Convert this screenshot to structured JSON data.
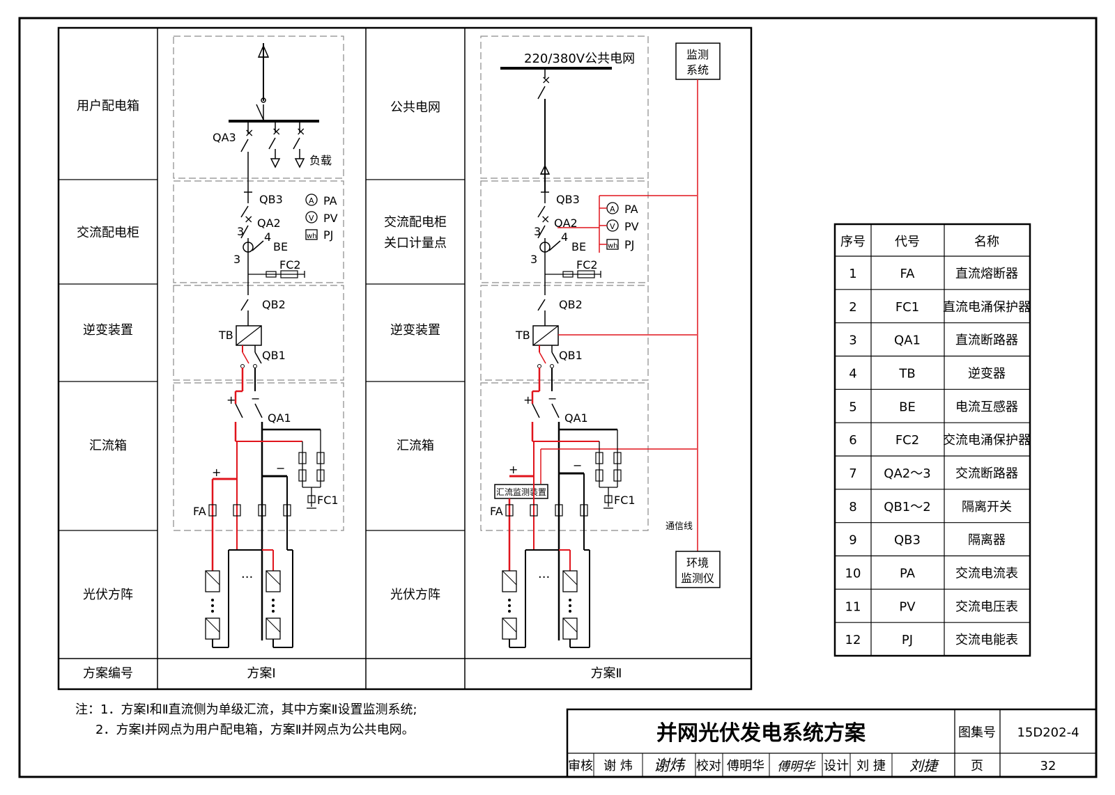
{
  "left_column": {
    "rows": [
      "用户配电箱",
      "交流配电柜",
      "逆变装置",
      "汇流箱",
      "光伏方阵",
      "方案编号"
    ]
  },
  "middle_column": {
    "rows": [
      "公共电网",
      "交流配电柜",
      "关口计量点",
      "逆变装置",
      "汇流箱",
      "光伏方阵"
    ]
  },
  "schemes": {
    "scheme1": "方案Ⅰ",
    "scheme2": "方案Ⅱ"
  },
  "diagram": {
    "qa3": "QA3",
    "load": "负载",
    "qb3": "QB3",
    "qa2": "QA2",
    "be": "BE",
    "be_n3": "3",
    "be_n4": "4",
    "be_n3b": "3",
    "pa": "PA",
    "pv": "PV",
    "pj": "PJ",
    "a_sym": "A",
    "v_sym": "V",
    "wh_sym": "wh",
    "fc2": "FC2",
    "qb2": "QB2",
    "tb": "TB",
    "qb1": "QB1",
    "qa1": "QA1",
    "plus": "+",
    "minus": "−",
    "fa": "FA",
    "fc1": "FC1",
    "dots": "···",
    "grid": "220/380V公共电网",
    "monitor_sys_1": "监测",
    "monitor_sys_2": "系统",
    "env_1": "环境",
    "env_2": "监测仪",
    "comm": "通信线",
    "combiner_monitor": "汇流监测装置"
  },
  "table": {
    "headers": [
      "序号",
      "代号",
      "名称"
    ],
    "rows": [
      [
        "1",
        "FA",
        "直流熔断器"
      ],
      [
        "2",
        "FC1",
        "直流电涌保护器"
      ],
      [
        "3",
        "QA1",
        "直流断路器"
      ],
      [
        "4",
        "TB",
        "逆变器"
      ],
      [
        "5",
        "BE",
        "电流互感器"
      ],
      [
        "6",
        "FC2",
        "交流电涌保护器"
      ],
      [
        "7",
        "QA2～3",
        "交流断路器"
      ],
      [
        "8",
        "QB1～2",
        "隔离开关"
      ],
      [
        "9",
        "QB3",
        "隔离器"
      ],
      [
        "10",
        "PA",
        "交流电流表"
      ],
      [
        "11",
        "PV",
        "交流电压表"
      ],
      [
        "12",
        "PJ",
        "交流电能表"
      ]
    ]
  },
  "notes": {
    "line1": "注：1．方案Ⅰ和Ⅱ直流侧为单级汇流，其中方案Ⅱ设置监测系统;",
    "line2": "2．方案Ⅰ并网点为用户配电箱，方案Ⅱ并网点为公共电网。"
  },
  "title_block": {
    "title": "并网光伏发电系统方案",
    "atlas_label": "图集号",
    "atlas_no": "15D202-4",
    "review_label": "审核",
    "review_name": "谢 炜",
    "review_sig": "谢炜",
    "check_label": "校对",
    "check_name": "傅明华",
    "check_sig": "傅明华",
    "design_label": "设计",
    "design_name": "刘 捷",
    "design_sig": "刘捷",
    "page_label": "页",
    "page_no": "32"
  },
  "colors": {
    "ink": "#000000",
    "monitor_line": "#e0141c",
    "dashed_box": "#8a8a8a"
  }
}
